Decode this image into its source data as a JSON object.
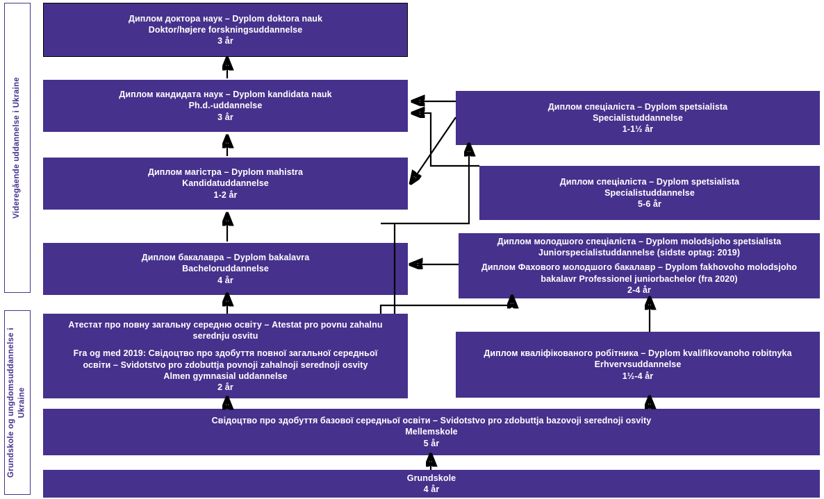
{
  "diagram": {
    "title_bg_color": "#46318C",
    "accent_color": "#46318C",
    "line_color": "#000000",
    "sidebars": [
      {
        "id": "higher-education",
        "label": "Videregående uddannelse  i Ukraine"
      },
      {
        "id": "school-education",
        "label": "Grundskole og ungdomsuddannelse i\nUkraine"
      }
    ],
    "boxes": [
      {
        "id": "doktor-nauk",
        "line1": "Диплом доктора наук – Dyplom doktora nauk",
        "line2": "Doktor/højere forskningsuddannelse",
        "line3": "3 år"
      },
      {
        "id": "kandidata-nauk",
        "line1": "Диплом кандидата наук – Dyplom kandidata nauk",
        "line2": "Ph.d.-uddannelse",
        "line3": "3 år"
      },
      {
        "id": "mahistra",
        "line1": "Диплом магістра – Dyplom mahistra",
        "line2": "Kandidatuddannelse",
        "line3": "1-2 år"
      },
      {
        "id": "bakalavra",
        "line1": "Диплом бакалавра – Dyplom bakalavra",
        "line2": "Bacheloruddannelse",
        "line3": "4 år"
      },
      {
        "id": "spetsialista-short",
        "line1": "Диплом спеціаліста – Dyplom spetsialista",
        "line2": "Specialistuddannelse",
        "line3": "1-1½ år"
      },
      {
        "id": "spetsialista-long",
        "line1": "Диплом спеціаліста – Dyplom spetsialista",
        "line2": "Specialistuddannelse",
        "line3": "5-6 år"
      },
      {
        "id": "molodsjoho-spetsialista",
        "line1": "Диплом молодшого спеціаліста – Dyplom molodsjoho spetsialista",
        "line2": "Juniorspecialistuddannelse (sidste optag: 2019)",
        "line3": "Диплом Фахового молодшого бакалавр – Dyplom fakhovoho molodsjoho",
        "line4": "bakalavr Professionel juniorbachelor (fra 2020)",
        "line5": "2-4 år"
      },
      {
        "id": "kvalifikovanoho-robitnyka",
        "line1": "Диплом кваліфікованого робітника – Dyplom kvalifikovanoho  robitnyka",
        "line2": "Erhvervsuddannelse",
        "line3": "1½-4 år"
      },
      {
        "id": "atestat",
        "line1": "Атестат про повну загальну середню освіту – Atestat pro povnu zahalnu",
        "line2": "serednju osvitu",
        "line3": "Fra og med 2019: Свідоцтво про здобуття повної загальної середньої",
        "line4": "освіти – Svidotstvo pro zdobuttja povnoji zahalnoji serednoji osvity",
        "line5": "Almen gymnasial uddannelse",
        "line6": "2 år"
      },
      {
        "id": "svidotstvo-bazovoji",
        "line1": "Свідоцтво про здобуття базової середньої освіти – Svidotstvo pro zdobuttja bazovoji serednoji osvity",
        "line2": "Mellemskole",
        "line3": "5 år"
      },
      {
        "id": "grundskole",
        "line1": "Grundskole",
        "line2": "4 år"
      }
    ]
  }
}
